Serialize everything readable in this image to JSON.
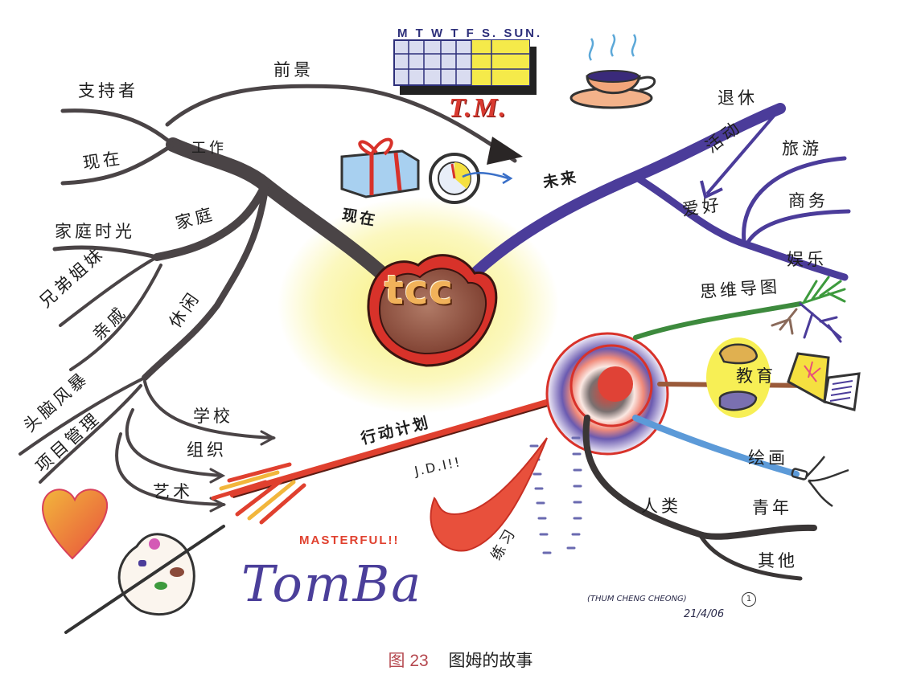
{
  "figure": {
    "caption_number": "图 23",
    "caption_title": "图姆的故事",
    "caption_number_color": "#b5484f"
  },
  "central_node": {
    "label": "tcc",
    "shape": "heart",
    "fill_color": "#8a4a3a",
    "border_color": "#d8322a",
    "glow_color": "#f5ec6a"
  },
  "branches": {
    "present": {
      "label": "现在",
      "color": "#5c5658",
      "sub": {
        "work": {
          "label": "工作",
          "children": [
            "支持者",
            "现在"
          ],
          "prospect_arrow_label": "前景"
        },
        "family": {
          "label": "家庭",
          "children": [
            "家庭时光",
            "兄弟姐妹",
            "亲戚"
          ]
        },
        "leisure": {
          "label": "休闲",
          "children": [
            "头脑风暴",
            "项目管理",
            "学校",
            "组织",
            "艺术"
          ]
        }
      }
    },
    "future": {
      "label": "未来",
      "color": "#4b3c9a",
      "sub": {
        "retirement": {
          "label": "退休"
        },
        "activity_arrow": {
          "label": "活动"
        },
        "hobby": {
          "label": "爱好",
          "children": [
            "旅游",
            "商务",
            "娱乐"
          ]
        }
      }
    },
    "action_plan": {
      "label": "行动计划",
      "note": "J.D.I!!",
      "color": "#e0402f",
      "target_children": [
        {
          "label": "思维导图",
          "color": "#3d8a3d"
        },
        {
          "label": "教育",
          "color": "#9a5a3a"
        },
        {
          "label": "绘画",
          "color": "#5c9ad8"
        },
        {
          "label": "人类",
          "color": "#3a3636",
          "children": [
            "青年",
            "其他"
          ]
        }
      ],
      "practice_label": "练习"
    }
  },
  "illustrations": {
    "calendar": {
      "header": "M T W T F S. SUN.",
      "weekday_fill": "#d9dcf0",
      "weekend_fill": "#f5ea4a"
    },
    "time_management": "T.M.",
    "masterful_text": "MASTERFUL!!",
    "signature_name": "TomBa",
    "signature_small": "(THUM CHENG CHEONG)",
    "signature_date": "21/4/06",
    "signature_page": "1"
  },
  "icons": [
    "calendar-icon",
    "coffee-cup-icon",
    "gift-box-icon",
    "clock-icon",
    "heart-icon",
    "paint-palette-icon",
    "paintbrush-icon",
    "target-icon",
    "arrow-icon",
    "check-swoosh-icon",
    "brain-icon",
    "open-book-icon",
    "tree-branches-icon",
    "paintbrush-tip-icon"
  ]
}
